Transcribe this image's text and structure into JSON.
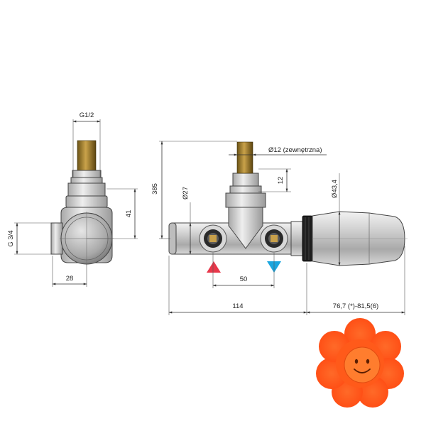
{
  "labels": {
    "g12": "G1/2",
    "g34": "G 3/4",
    "d41": "41",
    "d28": "28",
    "d385": "385",
    "d27": "Ø27",
    "d12": "Ø12 (zewnętrzna)",
    "d12v": "12",
    "d434": "Ø43,4",
    "d50": "50",
    "d114": "114",
    "d767": "76,7 (*)-81,5(6)"
  },
  "flow": {
    "supply_color": "#e8374a",
    "return_color": "#1ba6df"
  },
  "logo": {
    "name": "smiling-flower-logo",
    "petal_color": "#ff5a1f",
    "center_color": "#ff7a2a"
  }
}
